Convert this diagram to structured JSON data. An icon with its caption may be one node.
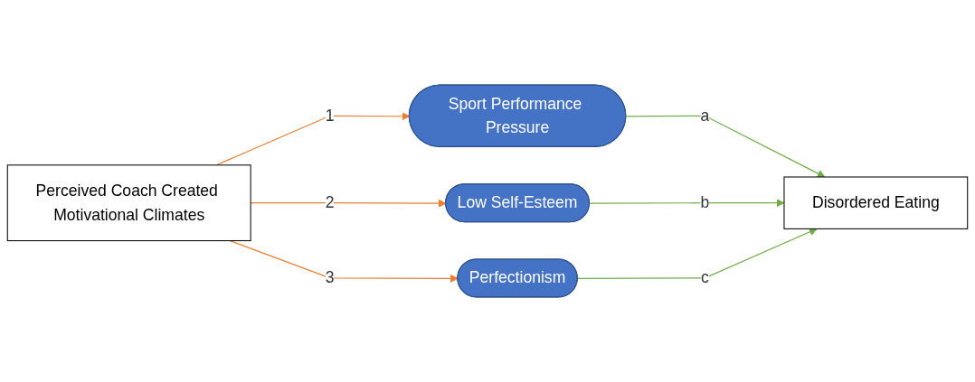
{
  "diagram": {
    "nodes": [
      {
        "text": [
          "Perceived Coach Created Motivational Climates"
        ]
      },
      {
        "text": [
          "Sport Performance Pressure"
        ]
      },
      {
        "text": [
          "Low Self-Esteem"
        ]
      },
      {
        "text": [
          "Perfectionism"
        ]
      },
      {
        "text": [
          "Disordered Eating"
        ]
      }
    ],
    "edges": [
      {
        "from": 0,
        "to": 1,
        "arrow": "to",
        "label": "1",
        "color": "#ed7d31"
      },
      {
        "from": 0,
        "to": 2,
        "arrow": "to",
        "label": "2",
        "color": "#ed7d31"
      },
      {
        "from": 0,
        "to": 3,
        "arrow": "to",
        "label": "3",
        "color": "#ed7d31"
      },
      {
        "from": 1,
        "to": 4,
        "arrow": "to",
        "label": "a",
        "color": "#70ad47"
      },
      {
        "from": 2,
        "to": 4,
        "arrow": "to",
        "label": "b",
        "color": "#70ad47"
      },
      {
        "from": 3,
        "to": 4,
        "arrow": "to",
        "label": "c",
        "color": "#70ad47"
      }
    ]
  }
}
